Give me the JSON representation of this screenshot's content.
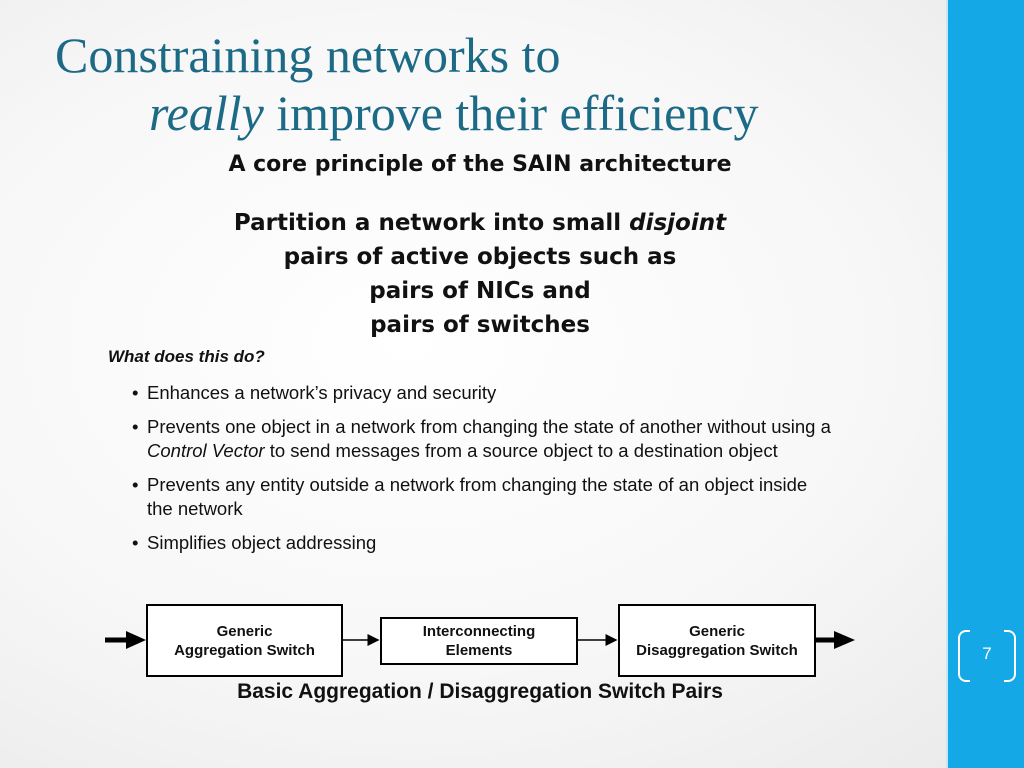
{
  "title": {
    "line1": "Constraining networks to",
    "line2_italic": "really",
    "line2_rest": " improve their efficiency"
  },
  "subheading": "A core principle of the SAIN architecture",
  "principle": {
    "line1_prefix": "Partition a network into small ",
    "line1_italic": "disjoint",
    "line2": "pairs of active objects such as",
    "line3": "pairs of NICs and",
    "line4": "pairs of switches"
  },
  "question": "What does this do?",
  "bullets": {
    "b1": "Enhances a network’s privacy and security",
    "b2_pre": "Prevents one object in a network from changing the state of another without using a ",
    "b2_italic": "Control Vector",
    "b2_post": " to send messages from a source object to a destination object",
    "b3": "Prevents any entity outside a network from changing the state of an object inside the network",
    "b4": "Simplifies object addressing"
  },
  "diagram": {
    "box1": {
      "line1": "Generic",
      "line2": "Aggregation Switch"
    },
    "box2": {
      "line1": "Interconnecting",
      "line2": "Elements"
    },
    "box3": {
      "line1": "Generic",
      "line2": "Disaggregation Switch"
    },
    "caption": "Basic Aggregation / Disaggregation Switch Pairs"
  },
  "page_number": "7",
  "colors": {
    "title": "#1c6a86",
    "sidebar": "#14a9e6",
    "text": "#111111"
  }
}
